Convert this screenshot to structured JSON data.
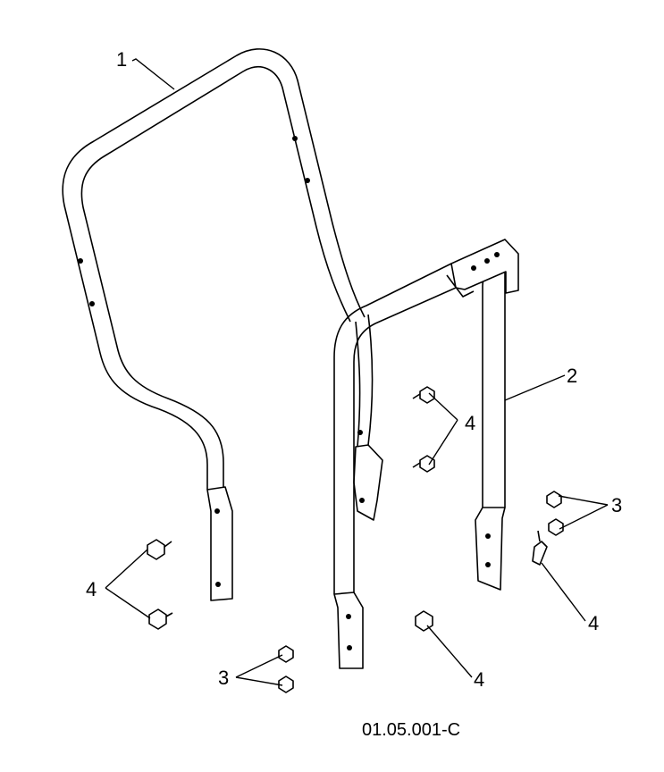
{
  "diagram": {
    "drawing_id": "01.05.001-C",
    "callouts": [
      {
        "id": "callout-1",
        "label": "1"
      },
      {
        "id": "callout-2",
        "label": "2"
      },
      {
        "id": "callout-3-right",
        "label": "3"
      },
      {
        "id": "callout-3-bottom",
        "label": "3"
      },
      {
        "id": "callout-4-center",
        "label": "4"
      },
      {
        "id": "callout-4-left",
        "label": "4"
      },
      {
        "id": "callout-4-right",
        "label": "4"
      },
      {
        "id": "callout-4-bottom",
        "label": "4"
      }
    ]
  }
}
